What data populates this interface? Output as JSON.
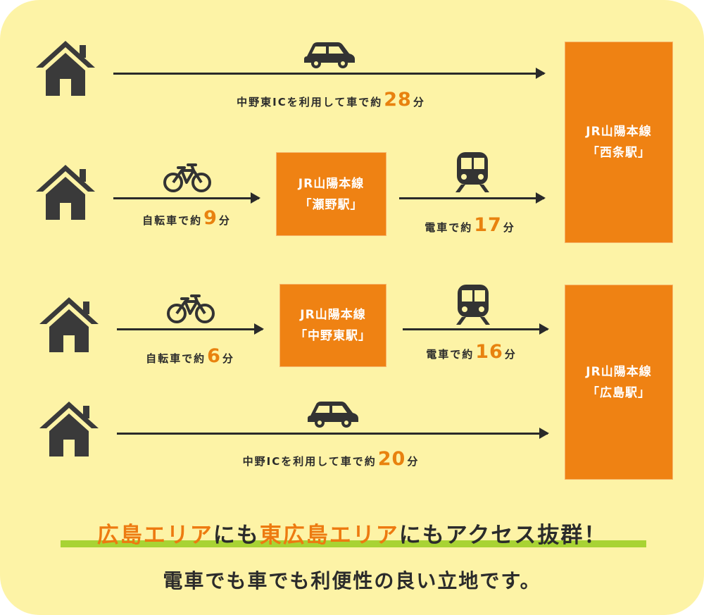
{
  "routes": [
    {
      "caption_prefix": "中野東ICを利用して車で約",
      "minutes": "28",
      "unit": "分"
    },
    {
      "bike_prefix": "自転車で約",
      "bike_minutes": "9",
      "bike_unit": "分",
      "train_prefix": "電車で約",
      "train_minutes": "17",
      "train_unit": "分"
    },
    {
      "bike_prefix": "自転車で約",
      "bike_minutes": "6",
      "bike_unit": "分",
      "train_prefix": "電車で約",
      "train_minutes": "16",
      "train_unit": "分"
    },
    {
      "caption_prefix": "中野ICを利用して車で約",
      "minutes": "20",
      "unit": "分"
    }
  ],
  "stations": {
    "saijo": {
      "line": "JR山陽本線",
      "name": "「西条駅」"
    },
    "seno": {
      "line": "JR山陽本線",
      "name": "「瀬野駅」"
    },
    "nakano_higashi": {
      "line": "JR山陽本線",
      "name": "「中野東駅」"
    },
    "hiroshima": {
      "line": "JR山陽本線",
      "name": "「広島駅」"
    }
  },
  "headline": {
    "part1": "広島エリア",
    "part2": "にも",
    "part3": "東広島エリア",
    "part4": "にもアクセス抜群！"
  },
  "subline": "電車でも車でも利便性の良い立地です。",
  "colors": {
    "background": "#fdf3a6",
    "station": "#ef8213",
    "accent_text": "#e8820f",
    "underline": "#a8d334",
    "dark": "#2b2b2b"
  },
  "icons": [
    "house-icon",
    "car-icon",
    "bicycle-icon",
    "train-icon"
  ]
}
